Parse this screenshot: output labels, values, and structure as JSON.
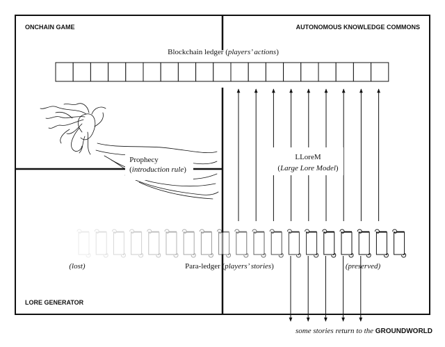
{
  "regions": {
    "onchain_game": "ONCHAIN GAME",
    "autonomous_knowledge_commons": "AUTONOMOUS KNOWLEDGE COMMONS",
    "lore_generator": "LORE GENERATOR"
  },
  "ledger": {
    "title_prefix": "Blockchain ledger (",
    "title_italic": "players’ actions",
    "title_suffix": ")",
    "block_count": 19
  },
  "prophecy": {
    "line1": "Prophecy",
    "line2_prefix": "(",
    "line2_italic": "introduction rule",
    "line2_suffix": ")"
  },
  "llorem": {
    "line1": "LLoreM",
    "line2_prefix": "(",
    "line2_italic": "Large Lore Model",
    "line2_suffix": ")"
  },
  "para_ledger": {
    "label_prefix": "Para-ledger (",
    "label_italic": "players’ stories",
    "label_suffix": ")",
    "lost_label": "(lost)",
    "preserved_label": "(preserved)",
    "scroll_count": 19,
    "fade_opacities": [
      0.08,
      0.12,
      0.16,
      0.2,
      0.25,
      0.3,
      0.36,
      0.42,
      0.5,
      0.58,
      0.66,
      0.74,
      0.82,
      0.9,
      1,
      1,
      1,
      1,
      1
    ]
  },
  "arrows": {
    "upward_count": 9,
    "downward_count": 5
  },
  "footer": {
    "prefix": "some stories return to the ",
    "bold": "GROUNDWORLD"
  }
}
